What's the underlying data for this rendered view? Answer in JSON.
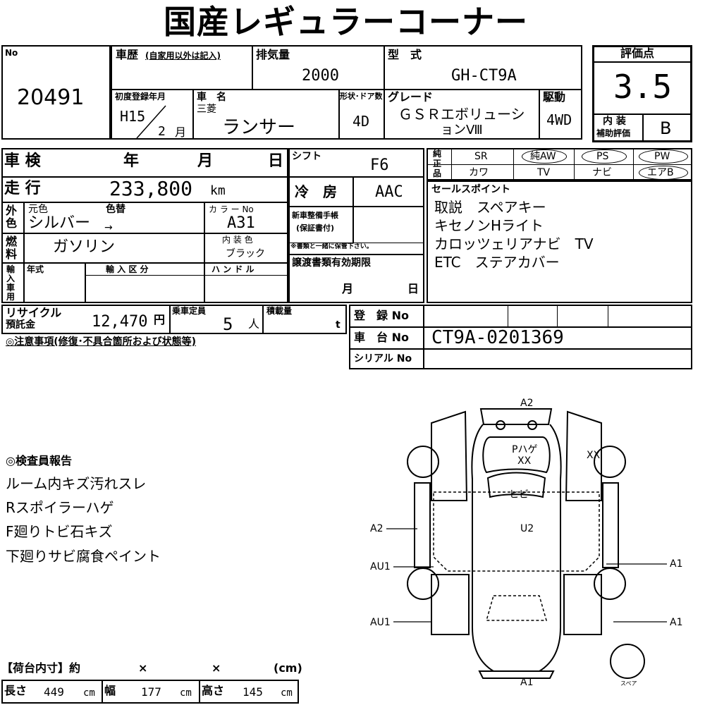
{
  "title": "国産レギュラーコーナー",
  "no_label": "No",
  "no_value": "20491",
  "history": {
    "label": "車歴",
    "note": "(自家用以外は記入)"
  },
  "displacement": {
    "label": "排気量",
    "value": "2000"
  },
  "model": {
    "label": "型　式",
    "value": "GH-CT9A"
  },
  "rating": {
    "label": "評価点",
    "value": "3.5",
    "interior_label1": "内 装",
    "interior_label2": "補助評価",
    "interior_value": "B"
  },
  "first_reg": {
    "label": "初度登録年月",
    "era": "H15",
    "month": "2",
    "month_unit": "月"
  },
  "car_name": {
    "label": "車　名",
    "maker": "三菱",
    "value": "ランサー"
  },
  "doors": {
    "label": "形状･ドア数",
    "value": "4D"
  },
  "grade": {
    "label": "グレード",
    "line1": "ＧＳＲエボリューシ",
    "line2": "ョンⅧ"
  },
  "drive": {
    "label": "駆動",
    "value": "4WD"
  },
  "inspection": {
    "label": "車 検",
    "year": "年",
    "month": "月",
    "day": "日"
  },
  "shift": {
    "label": "シフト",
    "value": "F6"
  },
  "mileage": {
    "label": "走 行",
    "value": "233,800",
    "unit": "km"
  },
  "aircon": {
    "label": "冷　房",
    "value": "AAC"
  },
  "equipment": {
    "label": "純正品",
    "row1": [
      "SR",
      "純AW",
      "PS",
      "PW"
    ],
    "row2": [
      "カワ",
      "TV",
      "ナビ",
      "エアB"
    ]
  },
  "color": {
    "section": "外色",
    "orig_label": "元色",
    "change_label": "色替",
    "value": "シルバー",
    "arrow": "→",
    "no_label": "カ ラ ー No",
    "no_value": "A31"
  },
  "maintenance": {
    "line1": "新車整備手帳",
    "line2": "(保証書付)",
    "note": "※書類と一緒に保管下さい。"
  },
  "fuel": {
    "section": "燃料",
    "value": "ガソリン",
    "interior_label": "内 装 色",
    "interior_value": "ブラック"
  },
  "sales_points": {
    "label": "セールスポイント",
    "lines": [
      "取説　スペアキー",
      "キセノンHライト",
      "カロッツェリアナビ　TV",
      "ETC　ステアカバー"
    ]
  },
  "import": {
    "section": "輸入車用",
    "year_label": "年式",
    "class_label": "輸 入 区 分",
    "handle_label": "ハ ン ド ル"
  },
  "transfer": {
    "label": "譲渡書類有効期限",
    "month": "月",
    "day": "日"
  },
  "recycle": {
    "label1": "リサイクル",
    "label2": "預託金",
    "value": "12,470",
    "unit": "円"
  },
  "capacity": {
    "label": "乗車定員",
    "value": "5",
    "unit": "人"
  },
  "load": {
    "label": "積載量",
    "unit": "t"
  },
  "registration": {
    "label": "登　録 No"
  },
  "chassis": {
    "label": "車　台 No",
    "value": "CT9A-0201369"
  },
  "serial": {
    "label": "シリアル No"
  },
  "notes_label": "◎注意事項(修復･不具合箇所および状態等)",
  "inspector": {
    "label": "◎検査員報告",
    "lines": [
      "ルーム内キズ汚れスレ",
      "Rスポイラーハゲ",
      "F廻りトビ石キズ",
      "下廻りサビ腐食ペイント"
    ]
  },
  "cargo": {
    "label": "【荷台内寸】約",
    "x1": "×",
    "x2": "×",
    "unit": "(cm)"
  },
  "dims": {
    "length_label": "長さ",
    "length": "449",
    "width_label": "幅",
    "width": "177",
    "height_label": "高さ",
    "height": "145",
    "unit": "cm"
  },
  "diagram": {
    "top": "A2",
    "bottom": "A1",
    "roof1": "Pハゲ",
    "roof2": "XX",
    "fender_r": "XX",
    "windshield": "ヒビ",
    "body": "U2",
    "left_door": "A2",
    "left_sill": "AU1",
    "left_rear": "AU1",
    "right_sill": "A1",
    "right_rear": "A1",
    "spare": "スペア"
  }
}
